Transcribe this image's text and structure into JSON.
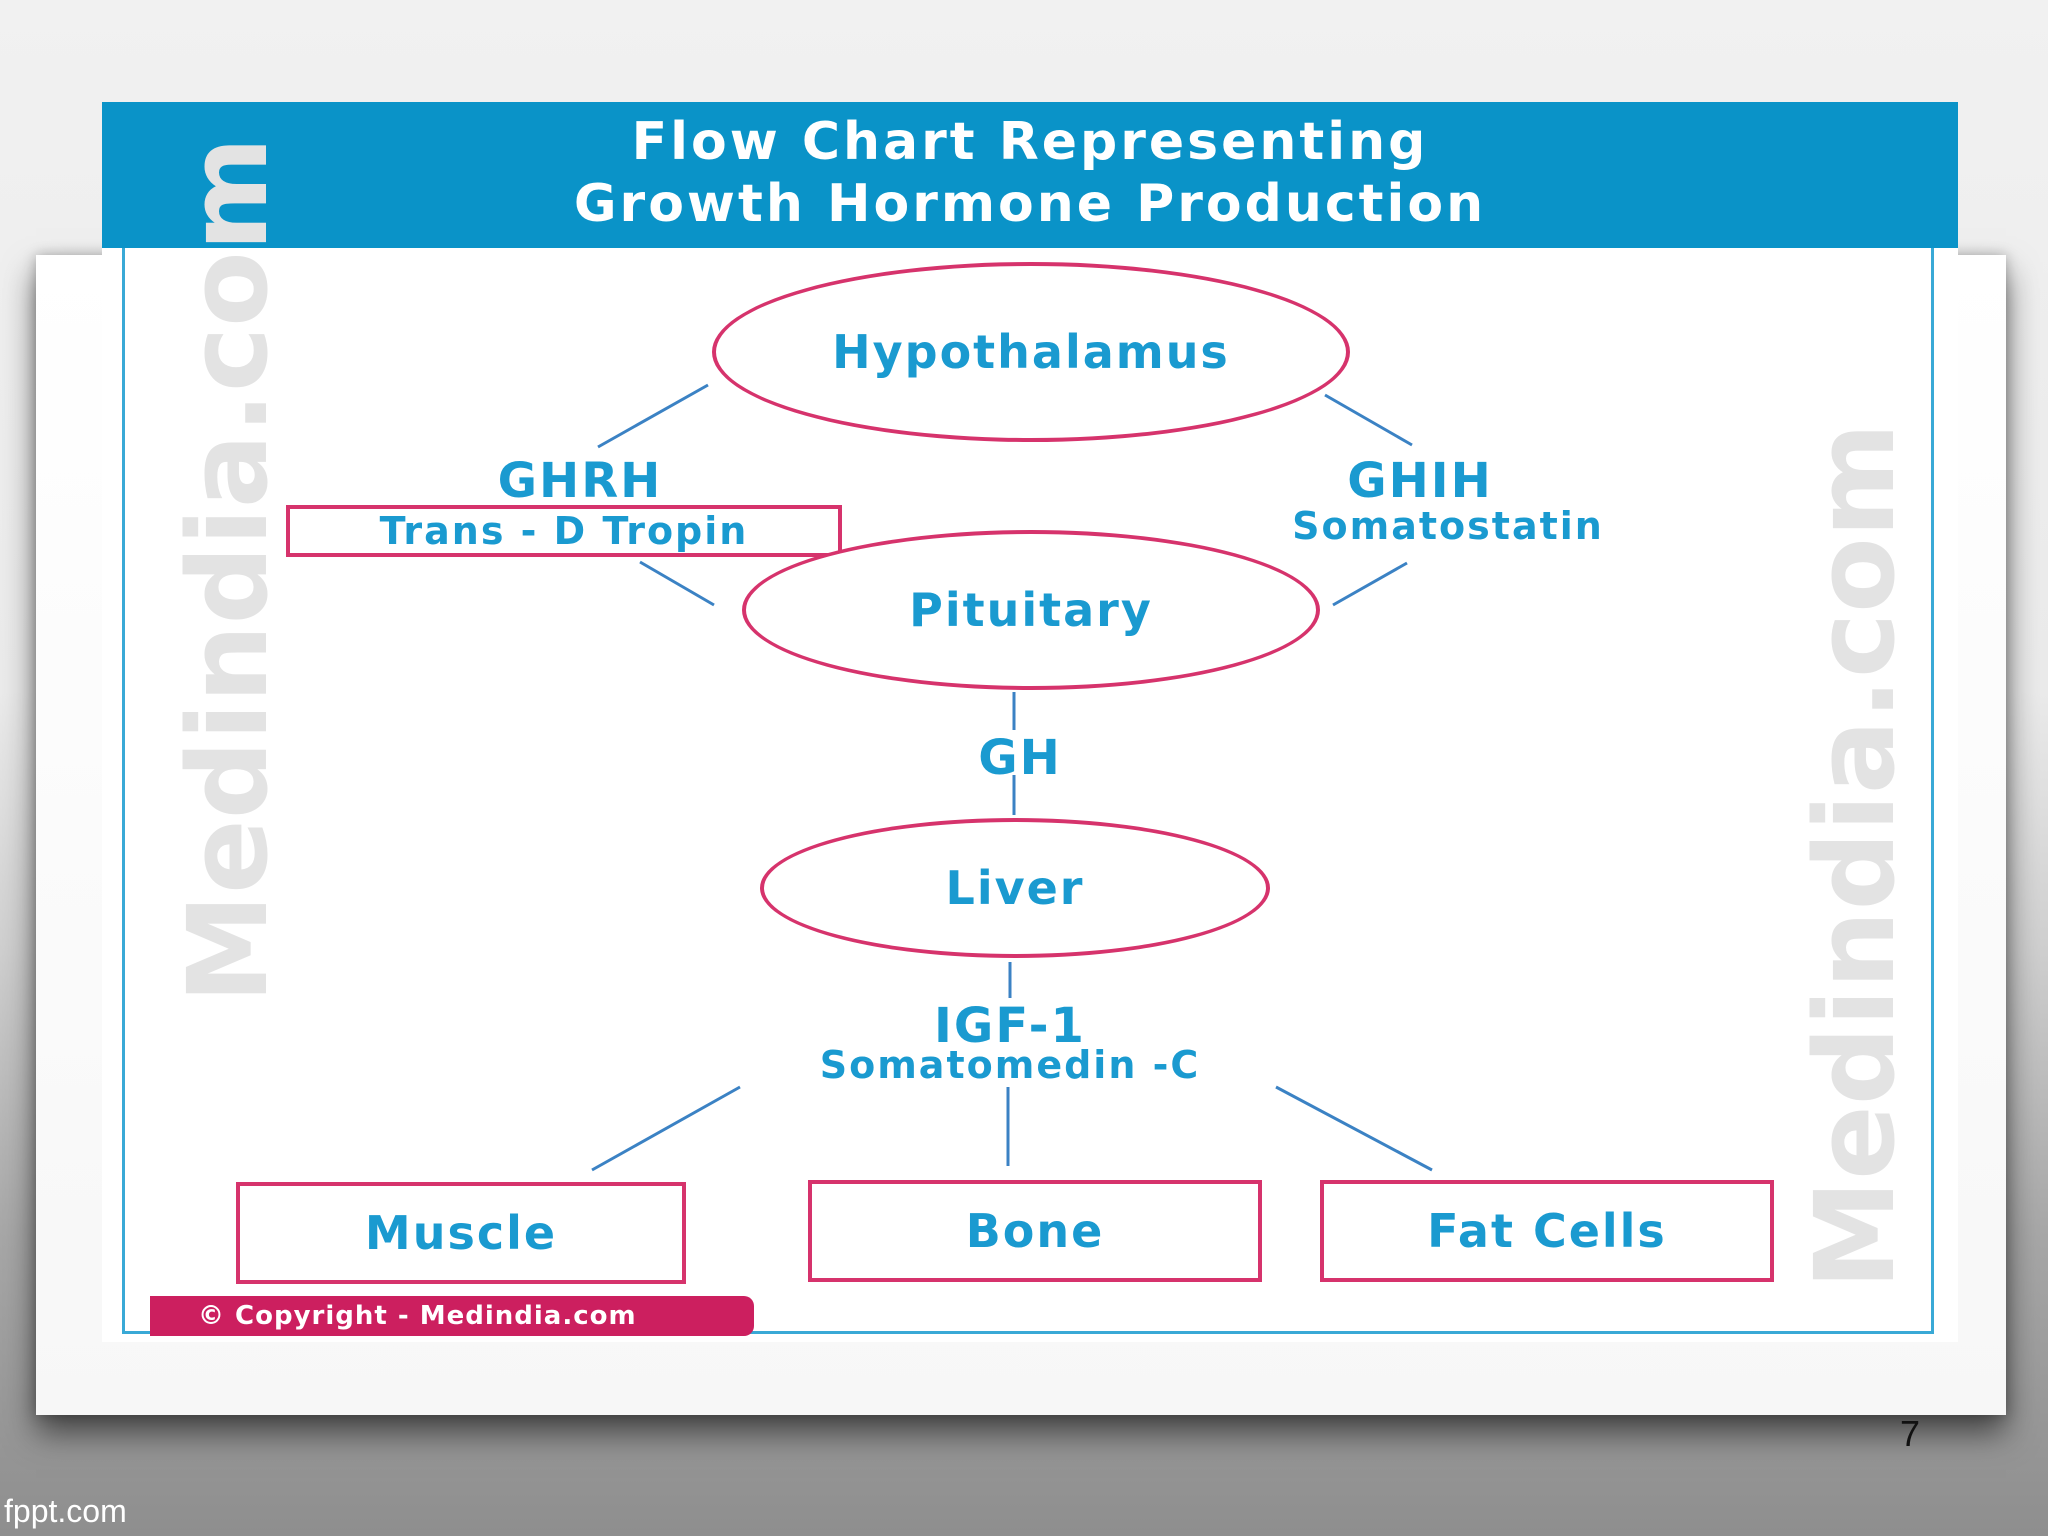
{
  "figure": {
    "title_lines": [
      "Flow Chart Representing",
      "Growth Hormone Production"
    ],
    "watermark": "Medindia.com",
    "copyright": "© Copyright - Medindia.com"
  },
  "nodes": {
    "hypothalamus": "Hypothalamus",
    "pituitary": "Pituitary",
    "liver": "Liver",
    "muscle": "Muscle",
    "bone": "Bone",
    "fat_cells": "Fat Cells"
  },
  "labels": {
    "ghrh": "GHRH",
    "trans_d_tropin": "Trans - D Tropin",
    "ghih": "GHIH",
    "somatostatin": "Somatostatin",
    "gh": "GH",
    "igf1": "IGF-1",
    "somatomedin": "Somatomedin -C"
  },
  "slide": {
    "page_number": "7",
    "footer": "fppt.com"
  },
  "colors": {
    "header_blue": "#0a93c8",
    "text_blue": "#1a9ad0",
    "node_border_pink": "#d6336c",
    "copyright_pink": "#cc1f5f"
  }
}
